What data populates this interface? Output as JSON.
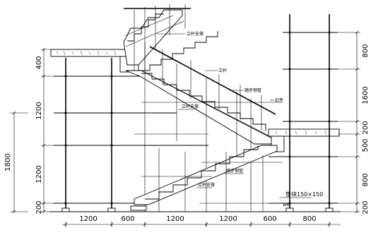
{
  "dimensions": {
    "bottom": [
      "1200",
      "600",
      "1200",
      "1200",
      "600",
      "800"
    ],
    "left_outer": "1800",
    "left_inner": [
      "400",
      "1200",
      "1200",
      "200"
    ],
    "right": [
      "800",
      "1600",
      "200",
      "500",
      "800",
      "200"
    ]
  },
  "labels": {
    "rail_top": "立杆支撑",
    "rail_upper": "立杆",
    "steel_upper": "踏步钢管",
    "landing_top": "扣件",
    "rail_mid": "立杆支撑",
    "rail_low": "踏步钢管",
    "rail_bottom": "立杆支撑",
    "pad": "垫块150×150",
    "pad_code": "WK"
  },
  "colors": {
    "line": "#000000",
    "background": "#ffffff"
  }
}
